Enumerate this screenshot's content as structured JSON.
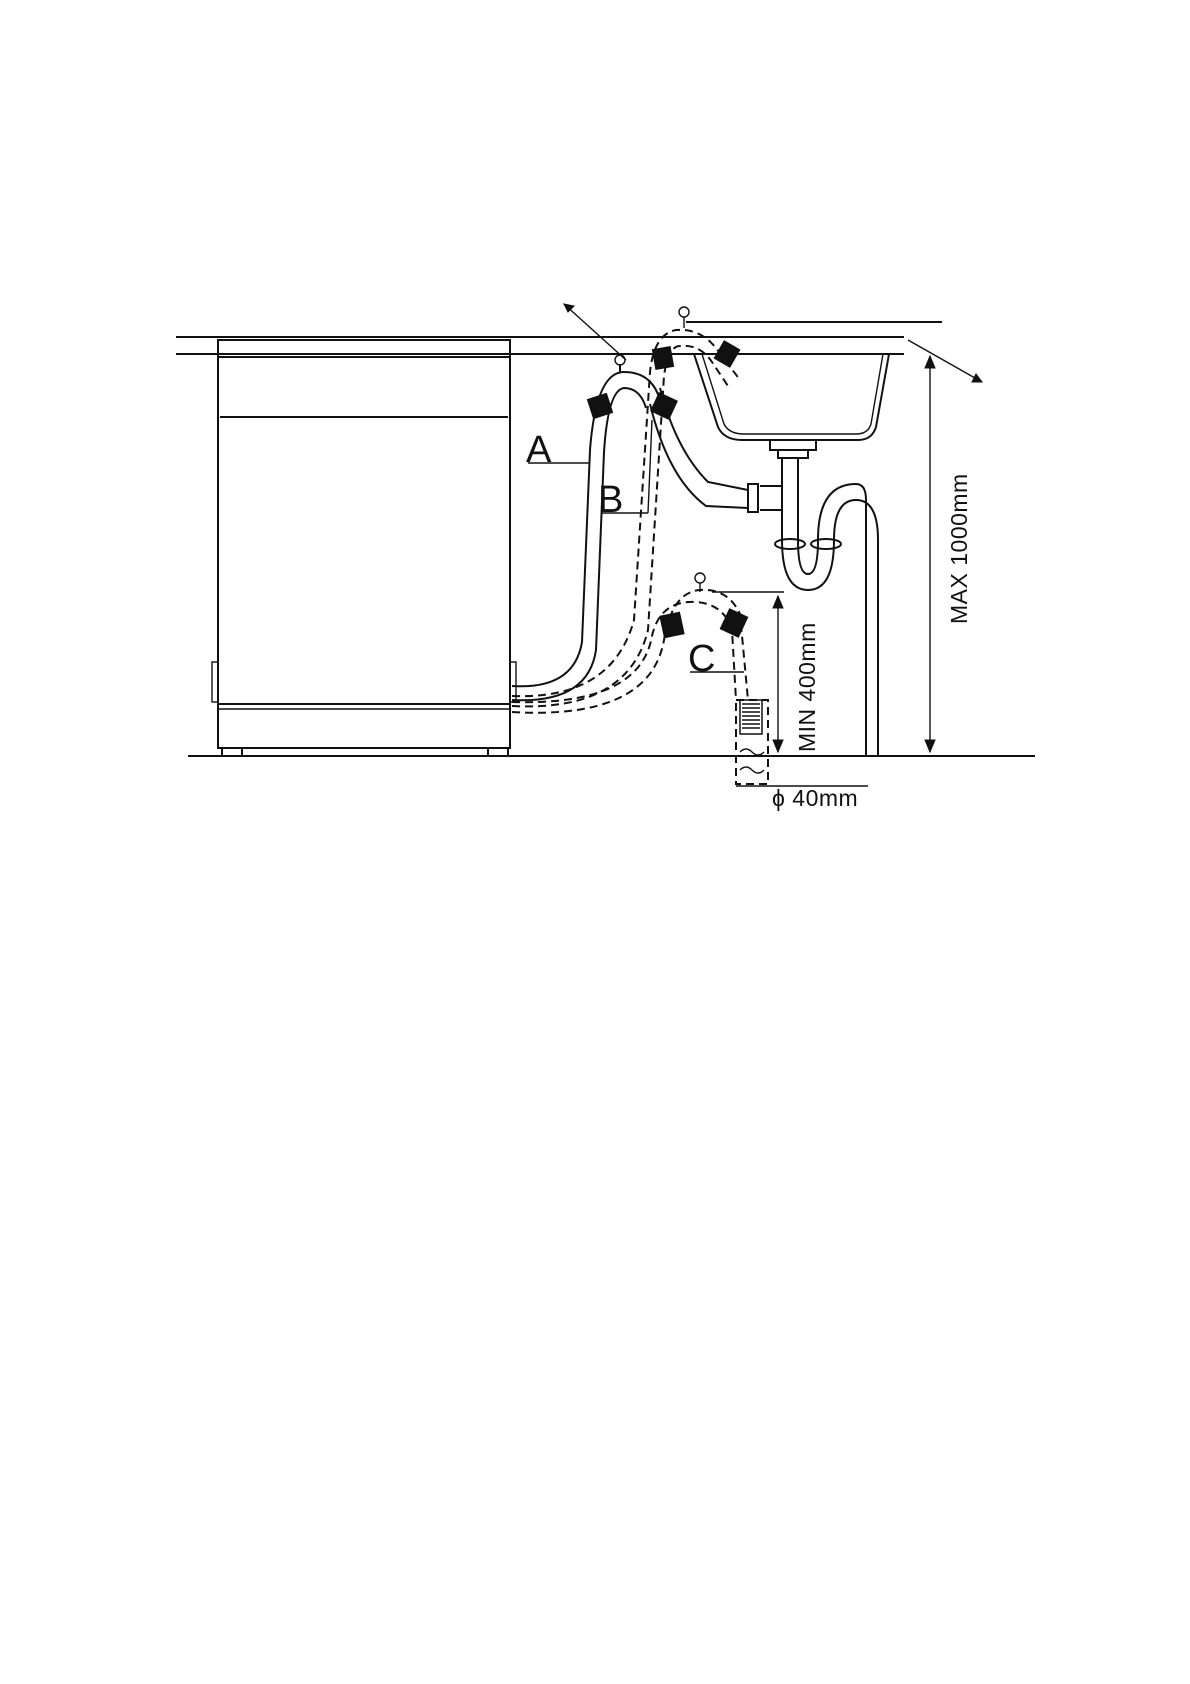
{
  "labels": {
    "hose_a": "A",
    "hose_b": "B",
    "hose_c": "C",
    "max_height": "MAX 1000mm",
    "min_height": "MIN 400mm",
    "pipe_diameter": "ϕ 40mm"
  },
  "colors": {
    "line": "#111111",
    "background": "#ffffff"
  }
}
